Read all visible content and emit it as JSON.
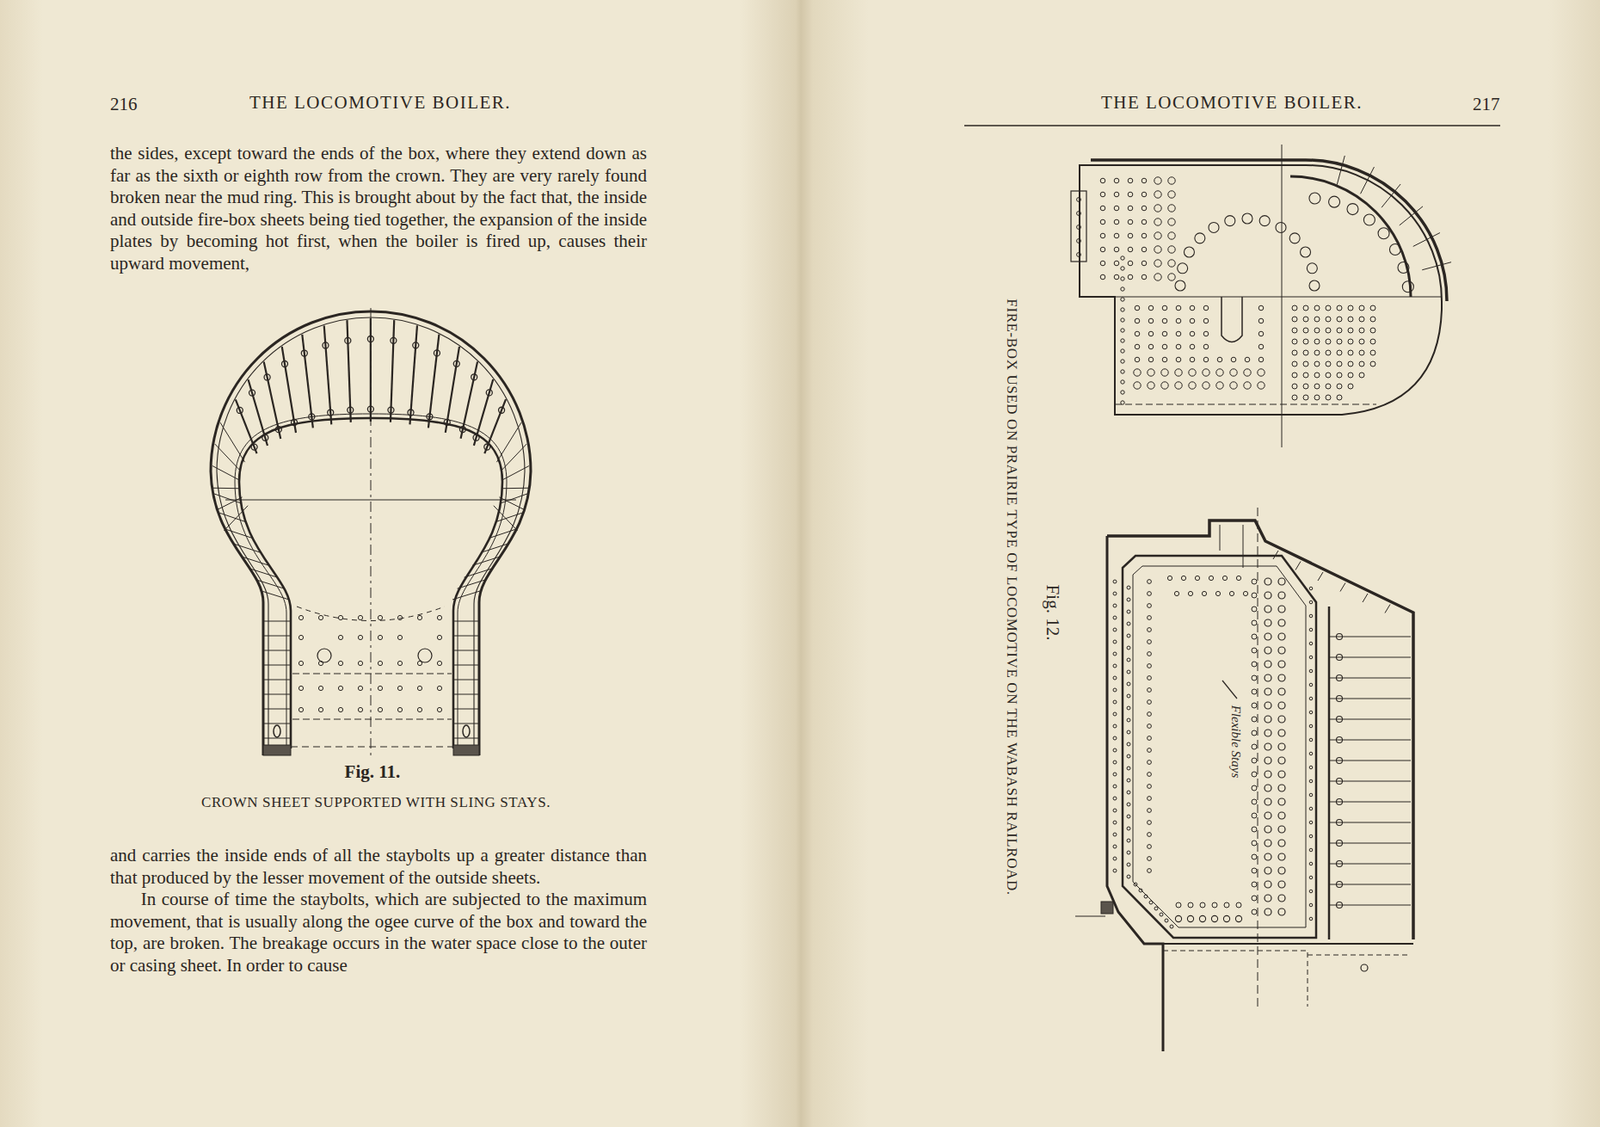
{
  "diagram": {
    "labels": [
      "216",
      "THE LOCOMOTIVE BOILER.",
      "the sides, except toward the ends of the box, where they extend down as far as the sixth or eighth row from the crown. They are very rarely found broken near the mud ring. This is brought about by the fact that, the inside and outside fire-box sheets being tied together, the expansion of the inside plates by becoming hot first, when the boiler is fired up, causes their upward movement,",
      "Fig. 11.",
      "CROWN SHEET SUPPORTED WITH SLING STAYS.",
      "and carries the inside ends of all the staybolts up a greater distance than that produced by the lesser movement of the outside sheets.",
      "In course of time the staybolts, which are subjected to the maximum movement, that is usually along the ogee curve of the box and toward the top, are broken. The breakage occurs in the water space close to the outer or casing sheet. In order to cause",
      "THE LOCOMOTIVE BOILER.",
      "217",
      "Fig. 12.",
      "FIRE-BOX USED ON PRAIRIE TYPE OF LOCOMOTIVE ON THE WABASH RAILROAD.",
      "Flexible Stays"
    ]
  }
}
